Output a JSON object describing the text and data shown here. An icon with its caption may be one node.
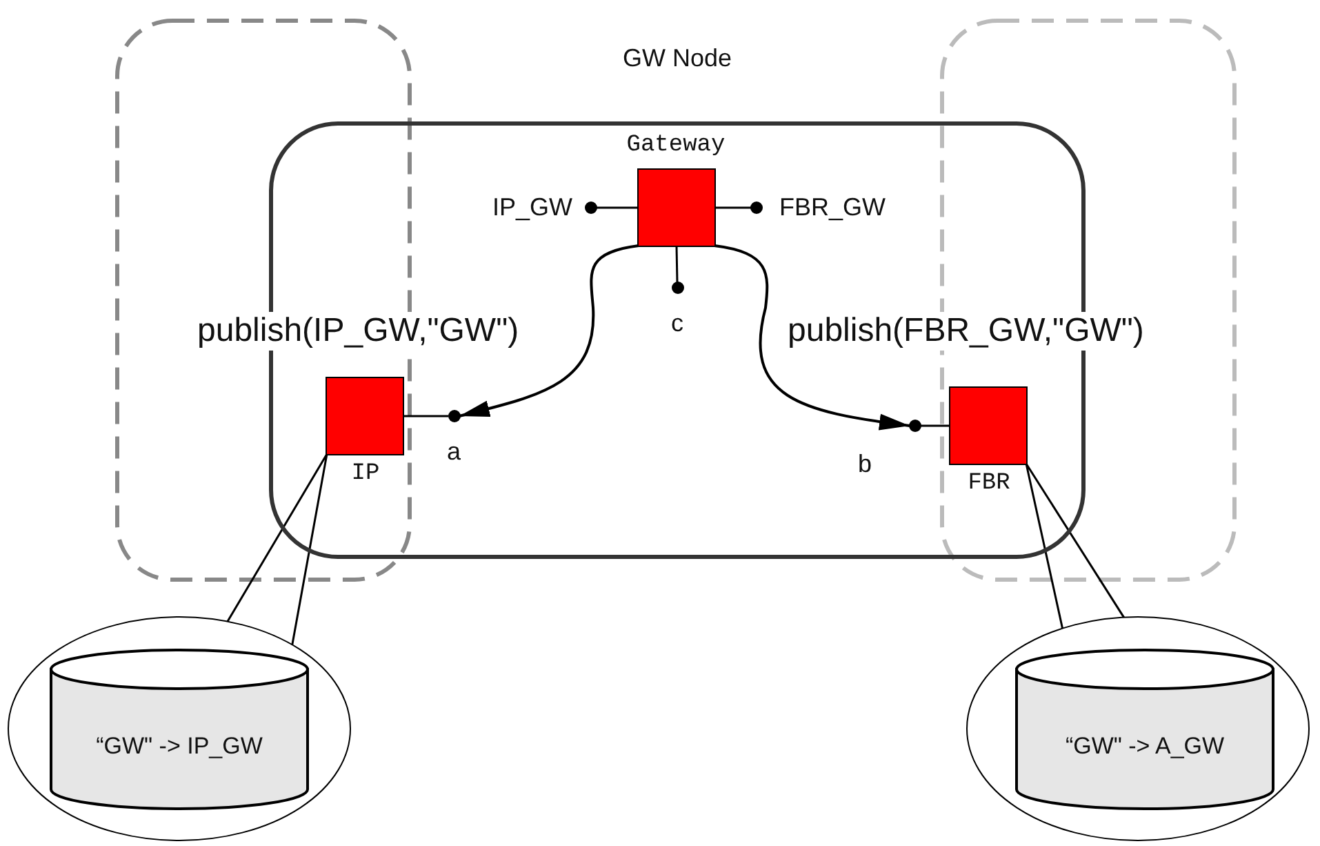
{
  "diagram": {
    "nodes": [
      {
        "text": [
          "GW Node"
        ]
      },
      {
        "text": [
          "Gateway"
        ],
        "in": 0
      },
      {
        "text": [
          "IP_GW"
        ],
        "in": 0
      },
      {
        "text": [
          "FBR_GW"
        ],
        "in": 0
      },
      {
        "text": [
          "c"
        ],
        "in": 0
      },
      {
        "text": [
          "IP"
        ],
        "in": 0
      },
      {
        "text": [
          "a"
        ],
        "in": 0
      },
      {
        "text": [
          "FBR"
        ],
        "in": 0
      },
      {
        "text": [
          "b"
        ],
        "in": 0
      },
      {
        "text": [],
        "shape": "ellipse"
      },
      {
        "text": [
          "“GW\" -> IP_GW"
        ],
        "in": 9
      },
      {
        "text": [],
        "shape": "ellipse"
      },
      {
        "text": [
          "“GW\" -> A_GW"
        ],
        "in": 11
      }
    ],
    "edges": [
      {
        "from": 1,
        "to": 2,
        "arrow": "none"
      },
      {
        "from": 1,
        "to": 3,
        "arrow": "none"
      },
      {
        "from": 1,
        "to": 4,
        "arrow": "none"
      },
      {
        "from": 5,
        "to": 6,
        "arrow": "none"
      },
      {
        "from": 7,
        "to": 8,
        "arrow": "none"
      },
      {
        "from": 1,
        "to": 6,
        "arrow": "to",
        "label": "publish(IP_GW,\"GW\")"
      },
      {
        "from": 1,
        "to": 8,
        "arrow": "to",
        "label": "publish(FBR_GW,\"GW\")"
      },
      {
        "from": 9,
        "to": 5,
        "arrow": "none"
      },
      {
        "from": 11,
        "to": 7,
        "arrow": "none"
      }
    ]
  }
}
